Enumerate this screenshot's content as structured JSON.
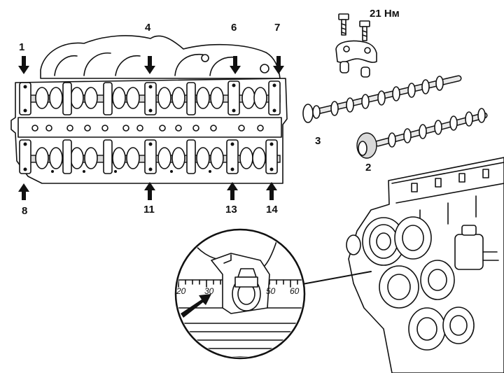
{
  "torque_label": "21 Нм",
  "callouts": {
    "c1": "1",
    "c2": "2",
    "c3": "3",
    "c4": "4",
    "c6": "6",
    "c7": "7",
    "c8": "8",
    "c11": "11",
    "c13": "13",
    "c14": "14"
  },
  "scale_marks": {
    "m20": "20",
    "m30": "30",
    "m50": "50",
    "m60": "60"
  }
}
